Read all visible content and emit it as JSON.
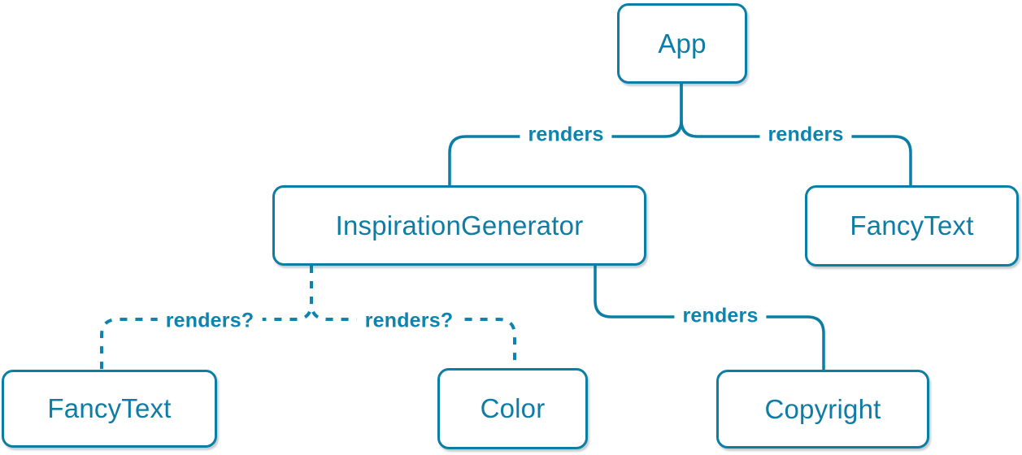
{
  "diagram": {
    "title": "React render tree diagram",
    "colors": {
      "accent": "#0a7ea4",
      "label": "#0d84b0",
      "node_text": "#0f7ca6",
      "background": "#ffffff"
    },
    "nodes": [
      {
        "id": "app",
        "label": "App"
      },
      {
        "id": "inspiration-generator",
        "label": "InspirationGenerator"
      },
      {
        "id": "fancy-text-top",
        "label": "FancyText"
      },
      {
        "id": "fancy-text-bottom",
        "label": "FancyText"
      },
      {
        "id": "color",
        "label": "Color"
      },
      {
        "id": "copyright",
        "label": "Copyright"
      }
    ],
    "edges": [
      {
        "from": "App",
        "to": "InspirationGenerator",
        "label": "renders",
        "style": "solid"
      },
      {
        "from": "App",
        "to": "FancyText",
        "label": "renders",
        "style": "solid"
      },
      {
        "from": "InspirationGenerator",
        "to": "Copyright",
        "label": "renders",
        "style": "solid"
      },
      {
        "from": "InspirationGenerator",
        "to": "FancyText",
        "label": "renders?",
        "style": "dashed"
      },
      {
        "from": "InspirationGenerator",
        "to": "Color",
        "label": "renders?",
        "style": "dashed"
      }
    ]
  }
}
